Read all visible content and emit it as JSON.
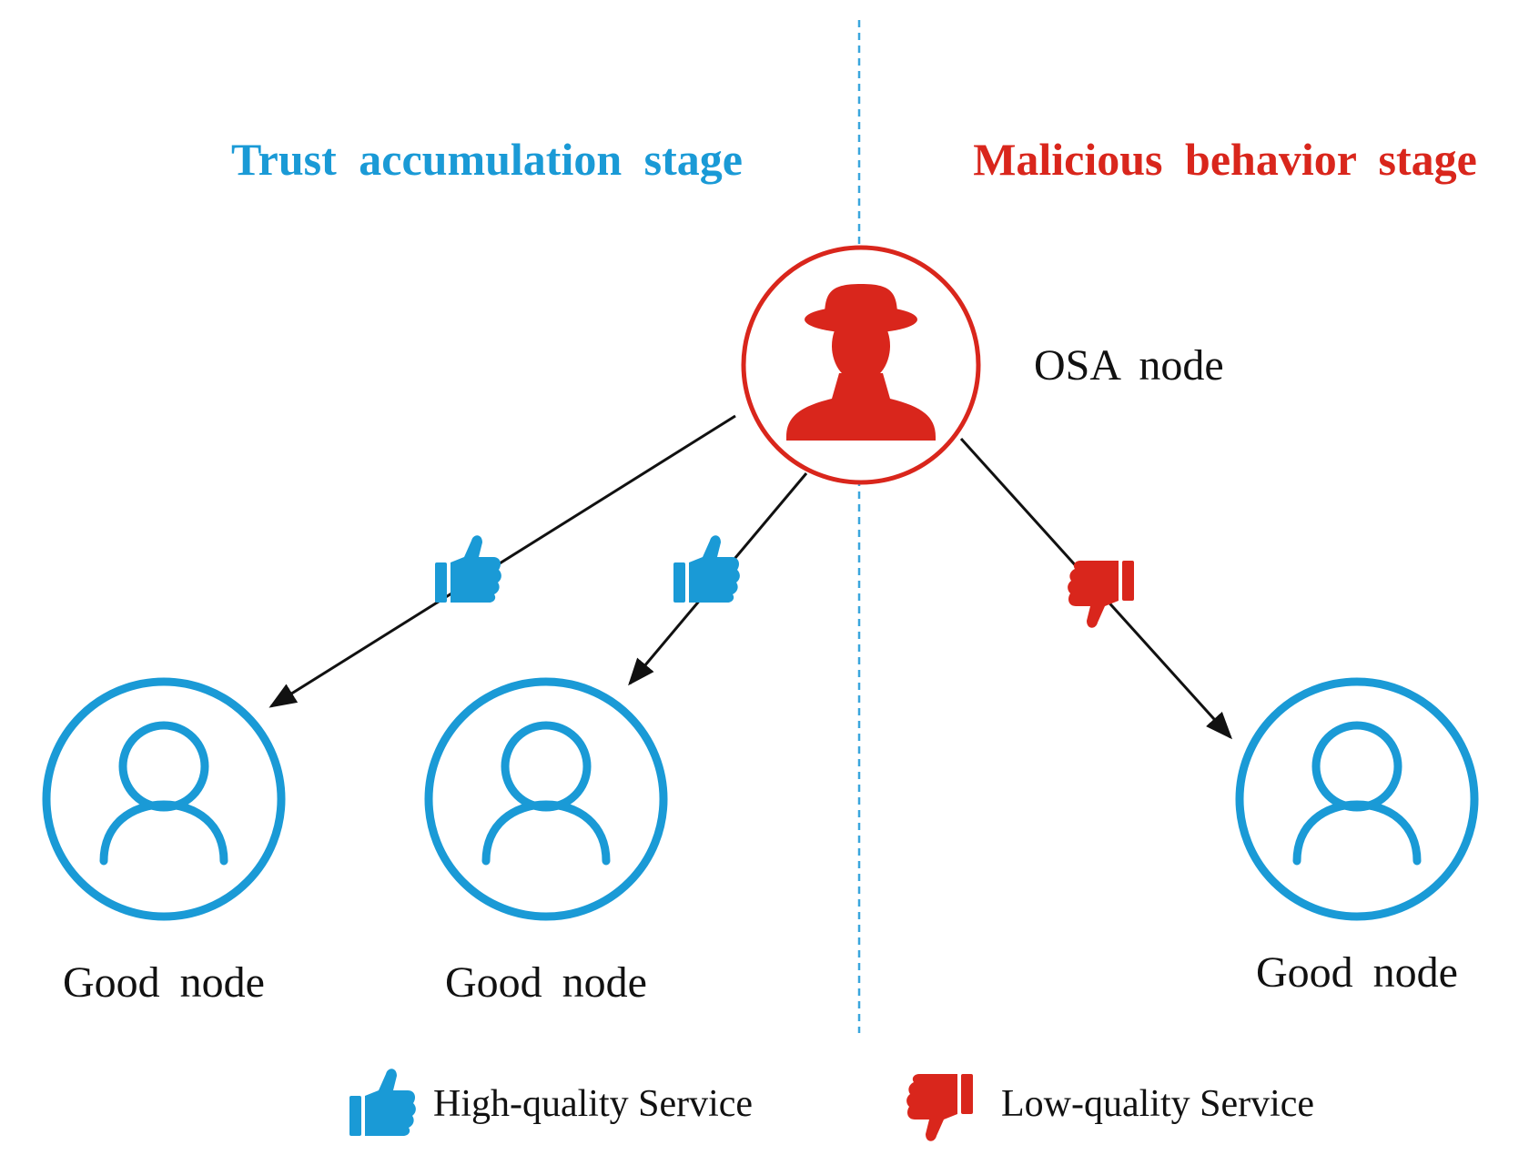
{
  "colors": {
    "good": "#1a9ad6",
    "malicious": "#d9261c",
    "arrow": "#111111",
    "divider": "#3aa6dd"
  },
  "stages": {
    "trust": "Trust accumulation stage",
    "malicious": "Malicious behavior stage"
  },
  "osa_node": {
    "label": "OSA node",
    "icon": "spy-hat-person-icon"
  },
  "good_nodes": [
    {
      "label": "Good node",
      "icon": "user-outline-icon",
      "service": "high"
    },
    {
      "label": "Good node",
      "icon": "user-outline-icon",
      "service": "high"
    },
    {
      "label": "Good node",
      "icon": "user-outline-icon",
      "service": "low"
    }
  ],
  "legend": {
    "high": {
      "label": "High-quality Service",
      "icon": "thumbs-up-icon"
    },
    "low": {
      "label": "Low-quality Service",
      "icon": "thumbs-down-icon"
    }
  }
}
